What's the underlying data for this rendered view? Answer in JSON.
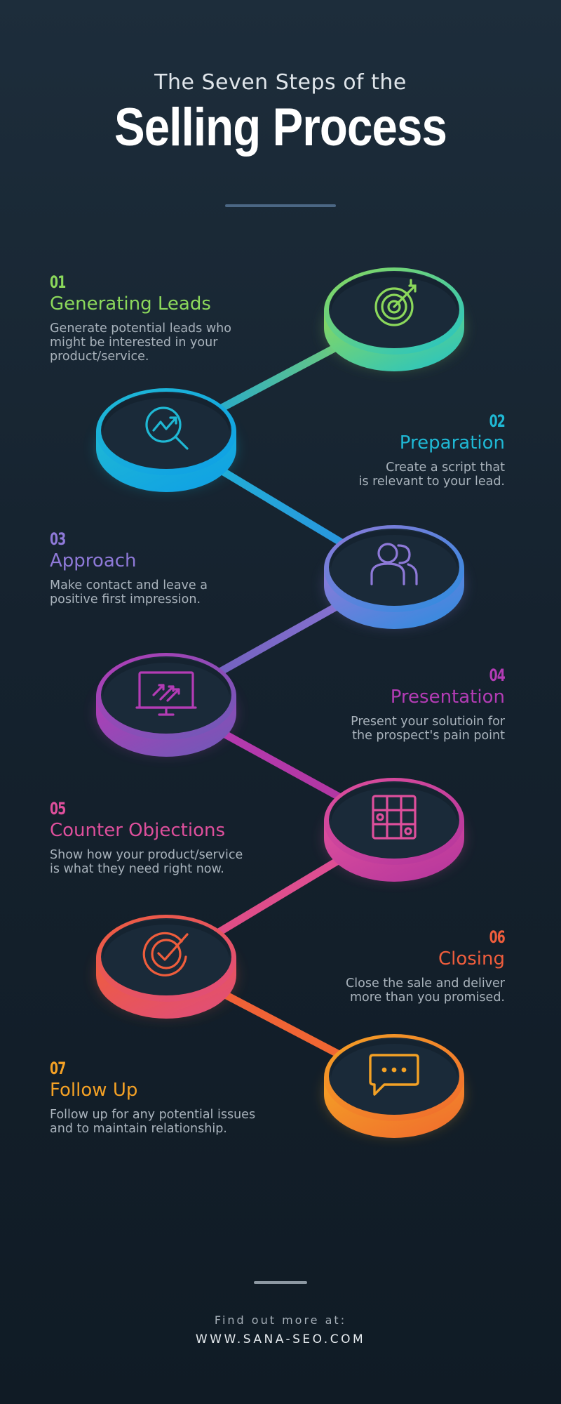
{
  "header": {
    "subtitle": "The Seven Steps of the",
    "title": "Selling Process"
  },
  "steps": [
    {
      "number": "01",
      "title": "Generating Leads",
      "description": "Generate potential leads who\nmight be interested in your\nproduct/service.",
      "icon": "target-icon",
      "color": "#8bd85b",
      "color2": "#22c3c8",
      "side": "left"
    },
    {
      "number": "02",
      "title": "Preparation",
      "description": "Create a script that\nis relevant to your lead.",
      "icon": "search-chart-icon",
      "color": "#1fb8d4",
      "color2": "#0e9fe6",
      "side": "right"
    },
    {
      "number": "03",
      "title": "Approach",
      "description": "Make contact and leave a\npositive first impression.",
      "icon": "users-icon",
      "color": "#8e79d8",
      "color2": "#2b8de0",
      "side": "left"
    },
    {
      "number": "04",
      "title": "Presentation",
      "description": "Present your solutioin for\nthe prospect's pain point",
      "icon": "presentation-icon",
      "color": "#b33cb5",
      "color2": "#6b5bb8",
      "side": "right"
    },
    {
      "number": "05",
      "title": "Counter  Objections",
      "description": "Show how your product/service\nis what they need right now.",
      "icon": "grid-icon",
      "color": "#de4f9c",
      "color2": "#b3359d",
      "side": "left"
    },
    {
      "number": "06",
      "title": "Closing",
      "description": "Close the sale and deliver\nmore than you promised.",
      "icon": "check-badge-icon",
      "color": "#ef5d3c",
      "color2": "#df4c7e",
      "side": "right"
    },
    {
      "number": "07",
      "title": "Follow Up",
      "description": "Follow up for any potential issues\nand to maintain relationship.",
      "icon": "chat-icon",
      "color": "#f4a125",
      "color2": "#f06a2e",
      "side": "left"
    }
  ],
  "footer": {
    "label": "Find out more at:",
    "url": "WWW.SANA-SEO.COM"
  },
  "colors": {
    "background_top": "#1d2d3b",
    "background_bottom": "#101b25",
    "disc_face": "#1a2a39",
    "title_rule": "#4b6784"
  }
}
